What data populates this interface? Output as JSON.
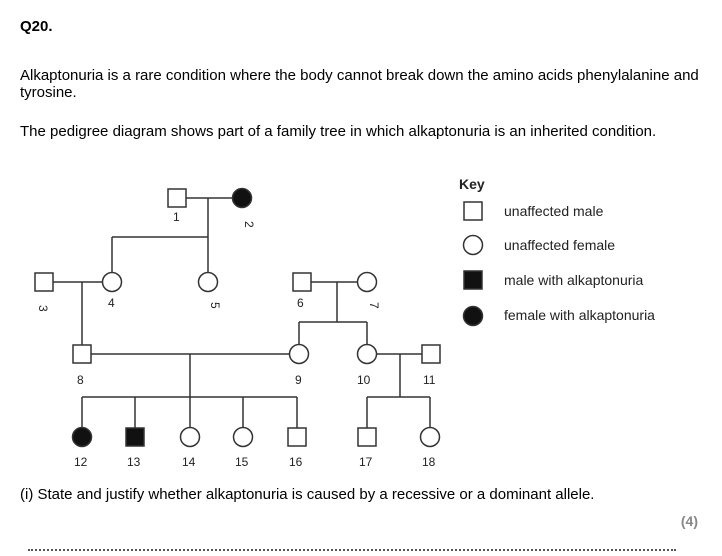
{
  "question": {
    "number": "Q20.",
    "paragraph1": "Alkaptonuria is a rare condition where the body cannot break down the amino acids phenylalanine and tyrosine.",
    "paragraph2": "The pedigree diagram shows part of a family tree in which alkaptonuria is an inherited condition.",
    "part_i": "(i) State and justify whether alkaptonuria is caused by a recessive or a dominant allele.",
    "marks": "(4)"
  },
  "key": {
    "title": "Key",
    "items": [
      {
        "symbol": "square",
        "filled": false,
        "label": "unaffected male"
      },
      {
        "symbol": "circle",
        "filled": false,
        "label": "unaffected female"
      },
      {
        "symbol": "square",
        "filled": true,
        "label": "male with alkaptonuria"
      },
      {
        "symbol": "circle",
        "filled": true,
        "label": "female with alkaptonuria"
      }
    ]
  },
  "pedigree": {
    "individuals": [
      {
        "id": "1",
        "sex": "male",
        "affected": false
      },
      {
        "id": "2",
        "sex": "female",
        "affected": true
      },
      {
        "id": "3",
        "sex": "male",
        "affected": false
      },
      {
        "id": "4",
        "sex": "female",
        "affected": false
      },
      {
        "id": "5",
        "sex": "female",
        "affected": false
      },
      {
        "id": "6",
        "sex": "male",
        "affected": false
      },
      {
        "id": "7",
        "sex": "female",
        "affected": false
      },
      {
        "id": "8",
        "sex": "male",
        "affected": false
      },
      {
        "id": "9",
        "sex": "female",
        "affected": false
      },
      {
        "id": "10",
        "sex": "female",
        "affected": false
      },
      {
        "id": "11",
        "sex": "male",
        "affected": false
      },
      {
        "id": "12",
        "sex": "female",
        "affected": true
      },
      {
        "id": "13",
        "sex": "male",
        "affected": true
      },
      {
        "id": "14",
        "sex": "female",
        "affected": false
      },
      {
        "id": "15",
        "sex": "female",
        "affected": false
      },
      {
        "id": "16",
        "sex": "male",
        "affected": false
      },
      {
        "id": "17",
        "sex": "male",
        "affected": false
      },
      {
        "id": "18",
        "sex": "female",
        "affected": false
      }
    ]
  }
}
